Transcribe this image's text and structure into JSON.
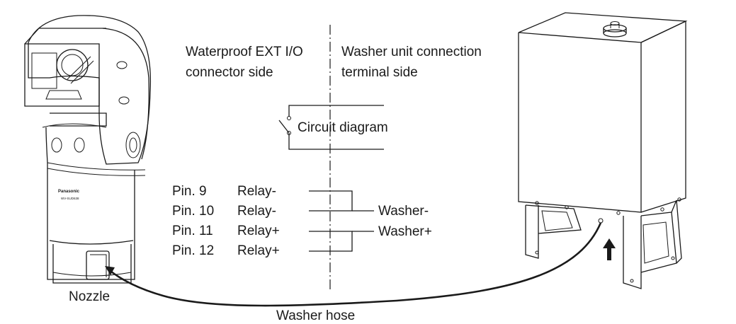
{
  "header_partial": "",
  "left_side_label": [
    "Waterproof EXT I/O",
    "connector side"
  ],
  "right_side_label": [
    "Washer unit connection",
    "terminal side"
  ],
  "circuit_label": "Circuit diagram",
  "pins": [
    {
      "pin": "Pin. 9",
      "signal": "Relay-"
    },
    {
      "pin": "Pin. 10",
      "signal": "Relay-"
    },
    {
      "pin": "Pin. 11",
      "signal": "Relay+"
    },
    {
      "pin": "Pin. 12",
      "signal": "Relay+"
    }
  ],
  "washer_labels": [
    "Washer-",
    "Washer+"
  ],
  "nozzle_label": "Nozzle",
  "hose_label": "Washer hose",
  "camera_brand": "Panasonic",
  "camera_model": "WV-SUD638"
}
